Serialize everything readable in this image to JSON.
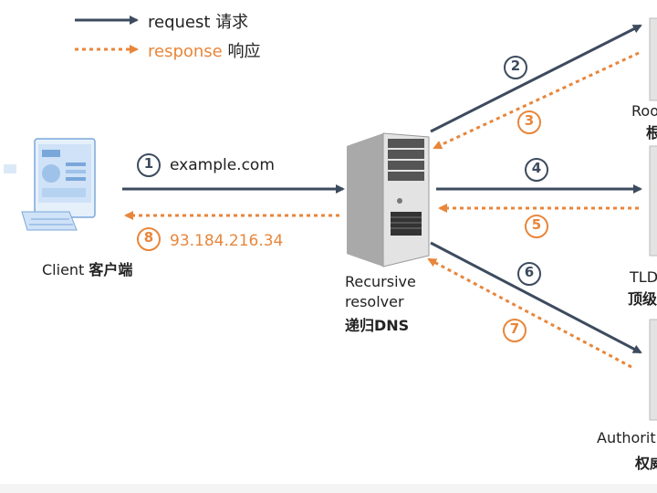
{
  "legend": {
    "request_label": "request",
    "request_cn": "请求",
    "response_label": "response",
    "response_cn": "响应"
  },
  "client": {
    "label": "Client",
    "label_cn": "客户端"
  },
  "resolver": {
    "line1": "Recursive",
    "line2": "resolver",
    "label_cn": "递归DNS"
  },
  "servers": {
    "root_label": "Roo",
    "root_cn": "根",
    "tld_label": "TLD",
    "tld_cn": "顶级",
    "auth_label": "Authorit",
    "auth_cn": "权威"
  },
  "steps": {
    "s1": "1",
    "s1_text": "example.com",
    "s2": "2",
    "s3": "3",
    "s4": "4",
    "s5": "5",
    "s6": "6",
    "s7": "7",
    "s8": "8",
    "s8_text": "93.184.216.34"
  },
  "colors": {
    "request": "#3d4b5e",
    "response": "#e8863b"
  }
}
